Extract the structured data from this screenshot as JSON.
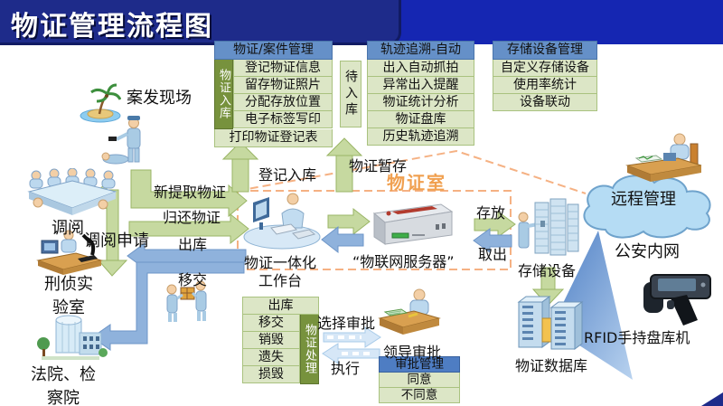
{
  "title": "物证管理流程图",
  "panels": {
    "case_mgmt": {
      "header": "物证/案件管理",
      "side_label": "物证入库",
      "rows": [
        "登记物证信息",
        "留存物证照片",
        "分配存放位置",
        "电子标签写印"
      ],
      "footer": "打印物证登记表"
    },
    "pending": {
      "label": "待入库"
    },
    "trace": {
      "header": "轨迹追溯-自动",
      "rows": [
        "出入自动抓拍",
        "异常出入提醒",
        "物证统计分析",
        "物证盘库",
        "历史轨迹追溯"
      ]
    },
    "storage_mgmt": {
      "header": "存储设备管理",
      "rows": [
        "自定义存储设备",
        "使用率统计",
        "设备联动"
      ]
    },
    "handling": {
      "top_row": "出库",
      "rows": [
        "移交",
        "销毁",
        "遗失",
        "损毁"
      ],
      "side_label": "物证处理"
    },
    "approval": {
      "header": "审批管理",
      "rows": [
        "同意",
        "不同意"
      ]
    }
  },
  "nodes": {
    "crime_scene": "案发现场",
    "review": "调阅",
    "review_request": "调阅申请",
    "lab_line1": "刑侦实",
    "lab_line2": "验室",
    "court_line1": "法院、检",
    "court_line2": "察院",
    "workstation_line1": "物证一体化",
    "workstation_line2": "工作台",
    "iot_server": "“物联网服务器”",
    "storage_device": "存储设备",
    "evidence_room": "物证室",
    "remote_mgmt": "远程管理",
    "police_intranet": "公安内网",
    "evidence_db": "物证数据库",
    "rfid_handheld": "RFID手持盘库机",
    "leader_approval": "领导审批"
  },
  "flows": {
    "new_evidence": "新提取物证",
    "return_evidence": "归还物证",
    "outbound": "出库",
    "transfer": "移交",
    "register_in": "登记入库",
    "temp_store": "物证暂存",
    "store_in": "存放",
    "take_out": "取出",
    "select_approval": "选择审批",
    "execute": "执行"
  },
  "colors": {
    "banner_blue": "#1526b2",
    "title_panel_blue": "#1e2b8a",
    "header_blue": "#6590c8",
    "approval_header_blue": "#4e7dc3",
    "cell_green": "#dce6c6",
    "side_olive": "#77923d",
    "arrow_green": "#c6d9a0",
    "arrow_blue": "#8fb2dc",
    "arrow_pale_blue": "#d6e7f7",
    "room_dash_orange": "#f5b183",
    "room_label_orange": "#f0a050",
    "cloud_blue": "#b5dcf4",
    "triangle_blue": "#4d7ec4"
  }
}
